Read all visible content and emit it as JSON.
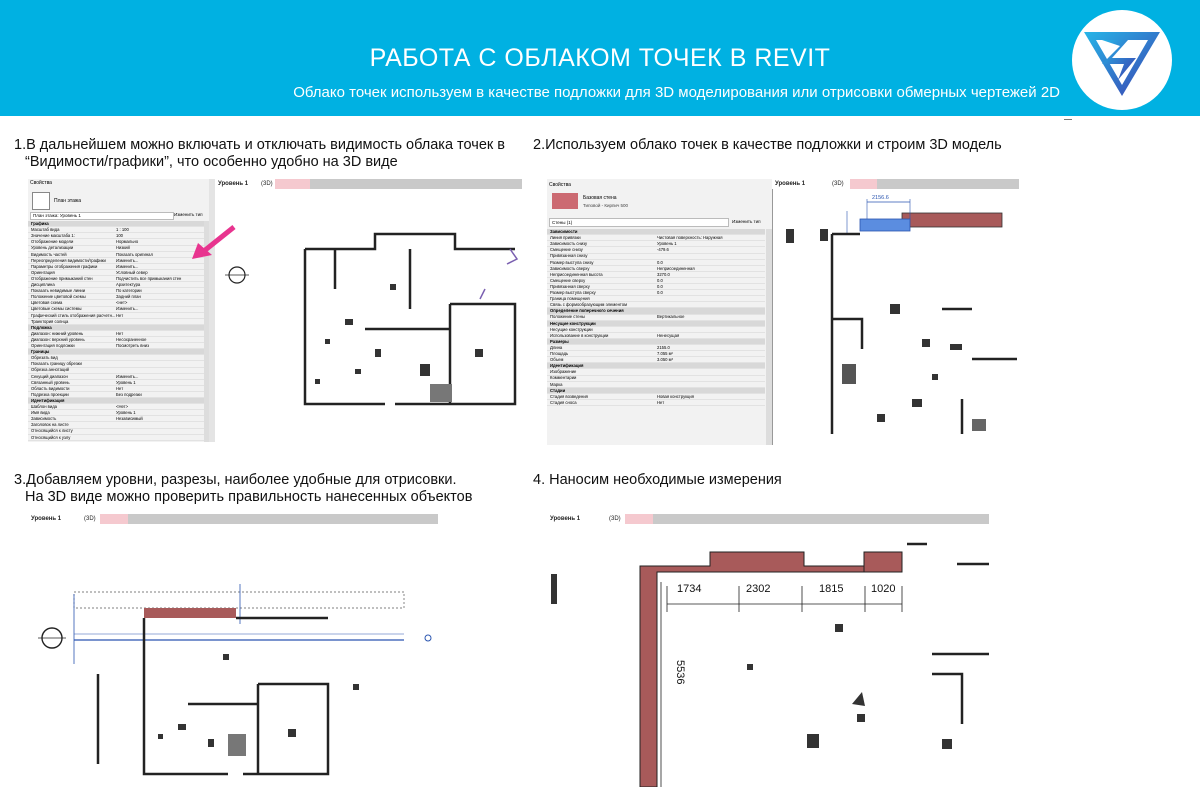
{
  "header": {
    "title": "РАБОТА С ОБЛАКОМ ТОЧЕК В REVIT",
    "subtitle": "Облако точек используем в качестве подложки для 3D моделирования или отрисовки обмерных чертежей 2D"
  },
  "colors": {
    "banner": "#00b1e2",
    "wall": "#a85a5a",
    "highlight": "#5b8de0",
    "arrow": "#e8348f"
  },
  "steps": [
    {
      "caption_line1": "1.В дальнейшем можно включать и отключать видимость облака точек в",
      "caption_line2": "“Видимости/графики”, что особенно удобно на 3D виде"
    },
    {
      "caption_line1": "2.Используем облако точек в качестве подложки и строим 3D модель"
    },
    {
      "caption_line1": "3.Добавляем уровни, разрезы, наиболее удобные для отрисовки.",
      "caption_line2": "На 3D виде можно проверить правильность нанесенных объектов"
    },
    {
      "caption_line1": "4. Наносим необходимые измерения"
    }
  ],
  "panel1": {
    "tab": "Уровень 1",
    "tab_extra": "(3D)",
    "props_title": "Свойства",
    "type_label": "План этажа",
    "selector": "План этажа: Уровень 1",
    "edit_type": "Изменить тип",
    "rows": [
      {
        "k": "Графика",
        "v": "",
        "grp": true
      },
      {
        "k": "Масштаб вида",
        "v": "1 : 100"
      },
      {
        "k": "Значение масштаба 1:",
        "v": "100"
      },
      {
        "k": "Отображение модели",
        "v": "Нормально"
      },
      {
        "k": "Уровень детализации",
        "v": "Низкий"
      },
      {
        "k": "Видимость частей",
        "v": "Показать оригинал"
      },
      {
        "k": "Переопределения видимости/графики",
        "v": "Изменить..."
      },
      {
        "k": "Параметры отображения графики",
        "v": "Изменить..."
      },
      {
        "k": "Ориентация",
        "v": "Условный север"
      },
      {
        "k": "Отображение примыканий стен",
        "v": "Подчистить все примыкания стен"
      },
      {
        "k": "Дисциплина",
        "v": "Архитектура"
      },
      {
        "k": "Показать невидимые линии",
        "v": "По категории"
      },
      {
        "k": "Положение цветовой схемы",
        "v": "Задний план"
      },
      {
        "k": "Цветовая схема",
        "v": "<нет>"
      },
      {
        "k": "Цветовые схемы системы",
        "v": "Изменить..."
      },
      {
        "k": "Графический стиль отображения расчетн...",
        "v": "Нет"
      },
      {
        "k": "Траектория солнца",
        "v": ""
      },
      {
        "k": "Подложка",
        "v": "",
        "grp": true
      },
      {
        "k": "Диапазон: нижний уровень",
        "v": "Нет"
      },
      {
        "k": "Диапазон: верхний уровень",
        "v": "Несохраненное"
      },
      {
        "k": "Ориентация подложки",
        "v": "Посмотреть вниз"
      },
      {
        "k": "Границы",
        "v": "",
        "grp": true
      },
      {
        "k": "Обрезать вид",
        "v": ""
      },
      {
        "k": "Показать границу обрезки",
        "v": ""
      },
      {
        "k": "Обрезка аннотаций",
        "v": ""
      },
      {
        "k": "Секущий диапазон",
        "v": "Изменить..."
      },
      {
        "k": "Связанный уровень",
        "v": "Уровень 1"
      },
      {
        "k": "Область видимости",
        "v": "Нет"
      },
      {
        "k": "Подрезка проекции",
        "v": "Без подрезки"
      },
      {
        "k": "Идентификация",
        "v": "",
        "grp": true
      },
      {
        "k": "Шаблон вида",
        "v": "<Нет>"
      },
      {
        "k": "Имя вида",
        "v": "Уровень 1"
      },
      {
        "k": "Зависимость",
        "v": "Независимый"
      },
      {
        "k": "Заголовок на листе",
        "v": ""
      },
      {
        "k": "Относящийся к листу",
        "v": ""
      },
      {
        "k": "Относящийся к узлу",
        "v": ""
      }
    ]
  },
  "panel2": {
    "tab": "Уровень 1",
    "tab_extra": "(3D)",
    "props_title": "Свойства",
    "type_name": "Базовая стена",
    "type_sub": "Типовой - Кирпич 500",
    "selector": "Стены (1)",
    "edit_type": "Изменить тип",
    "dim_value": "2156.6",
    "rows": [
      {
        "k": "Зависимости",
        "v": "",
        "grp": true
      },
      {
        "k": "Линия привязки",
        "v": "Чистовая поверхность: Наружная"
      },
      {
        "k": "Зависимость снизу",
        "v": "Уровень 1"
      },
      {
        "k": "Смещение снизу",
        "v": "-479.6"
      },
      {
        "k": "Привязанная снизу",
        "v": ""
      },
      {
        "k": "Размер выступа снизу",
        "v": "0.0"
      },
      {
        "k": "Зависимость сверху",
        "v": "Неприсоединенная"
      },
      {
        "k": "Неприсоединенная высота",
        "v": "3270.0"
      },
      {
        "k": "Смещение сверху",
        "v": "0.0"
      },
      {
        "k": "Привязанная сверху",
        "v": "0.0"
      },
      {
        "k": "Размер выступа сверху",
        "v": "0.0"
      },
      {
        "k": "Граница помещения",
        "v": ""
      },
      {
        "k": "Связь с формообразующим элементом",
        "v": ""
      },
      {
        "k": "Определение поперечного сечения",
        "v": "",
        "grp": true
      },
      {
        "k": "Положение стены",
        "v": "Вертикальное"
      },
      {
        "k": "Несущие конструкции",
        "v": "",
        "grp": true
      },
      {
        "k": "Несущие конструкции",
        "v": ""
      },
      {
        "k": "Использование в конструкции",
        "v": "Ненесущая"
      },
      {
        "k": "Размеры",
        "v": "",
        "grp": true
      },
      {
        "k": "Длина",
        "v": "2155.0"
      },
      {
        "k": "Площадь",
        "v": "7.055 м²"
      },
      {
        "k": "Объем",
        "v": "3.050 м³"
      },
      {
        "k": "Идентификация",
        "v": "",
        "grp": true
      },
      {
        "k": "Изображение",
        "v": ""
      },
      {
        "k": "Комментарии",
        "v": ""
      },
      {
        "k": "Марка",
        "v": ""
      },
      {
        "k": "Стадии",
        "v": "",
        "grp": true
      },
      {
        "k": "Стадия возведения",
        "v": "Новая конструкция"
      },
      {
        "k": "Стадия сноса",
        "v": "Нет"
      }
    ]
  },
  "panel3": {
    "tab": "Уровень 1",
    "tab_extra": "(3D)"
  },
  "panel4": {
    "tab": "Уровень 1",
    "tab_extra": "(3D)",
    "dims": [
      "1734",
      "2302",
      "1815",
      "1020"
    ],
    "dim_vertical": "5536"
  }
}
